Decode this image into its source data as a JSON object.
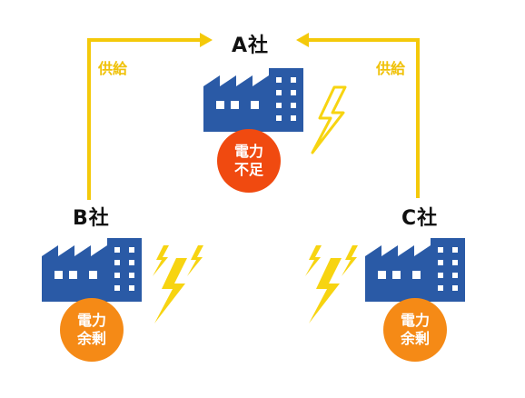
{
  "companies": {
    "a": {
      "name": "A社",
      "status_line1": "電力",
      "status_line2": "不足"
    },
    "b": {
      "name": "B社",
      "status_line1": "電力",
      "status_line2": "余剰"
    },
    "c": {
      "name": "C社",
      "status_line1": "電力",
      "status_line2": "余剰"
    }
  },
  "arrows": {
    "left_label": "供給",
    "right_label": "供給"
  },
  "colors": {
    "factory": "#2a5aa6",
    "arrow": "#f4c90a",
    "bolt": "#f7d411",
    "shortage": "#f04a10",
    "surplus": "#f58a16"
  }
}
